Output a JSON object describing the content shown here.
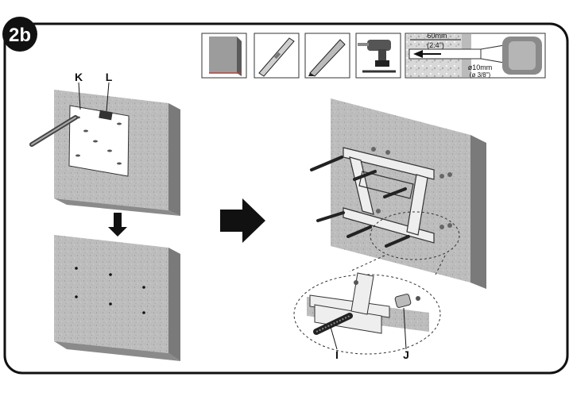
{
  "step": {
    "number": "2b"
  },
  "tools": [
    {
      "icon": "wall-icon"
    },
    {
      "icon": "level-icon"
    },
    {
      "icon": "pencil-icon"
    },
    {
      "icon": "drill-icon"
    },
    {
      "icon": "drill-depth-icon"
    }
  ],
  "drill_spec": {
    "depth_mm": "60mm",
    "depth_in": "(2.4\")",
    "diameter_mm": "ø10mm",
    "diameter_in": "(ø 3/8\")"
  },
  "labels": {
    "template": "K",
    "level": "L",
    "bolt": "I",
    "washer": "J"
  }
}
